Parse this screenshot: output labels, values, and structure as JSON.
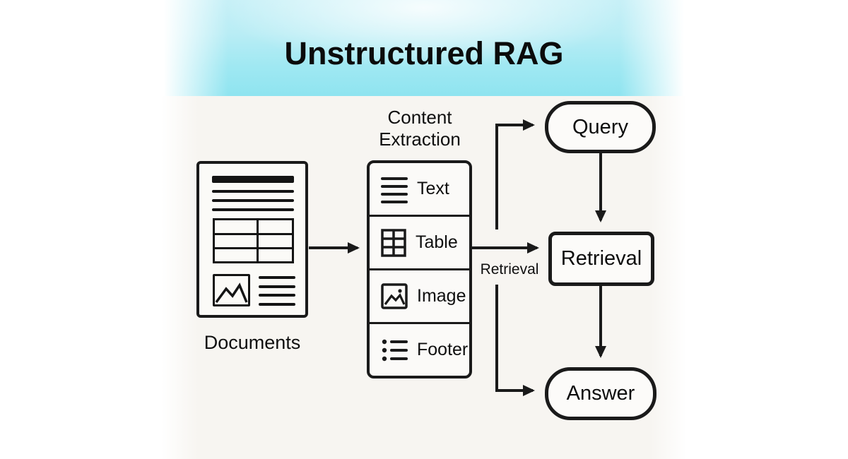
{
  "header": {
    "title": "Unstructured RAG",
    "band_color_top": "#c6f0f7",
    "band_color_bottom": "#8fe4f0"
  },
  "diagram": {
    "documents": {
      "label": "Documents",
      "icon": "document-page-icon"
    },
    "content_extraction": {
      "title_line1": "Content",
      "title_line2": "Extraction",
      "rows": [
        {
          "icon": "text-lines-icon",
          "label": "Text"
        },
        {
          "icon": "table-grid-icon",
          "label": "Table"
        },
        {
          "icon": "image-icon",
          "label": "Image"
        },
        {
          "icon": "footer-list-icon",
          "label": "Footer"
        }
      ]
    },
    "nodes": {
      "query": "Query",
      "retrieval": "Retrieval",
      "answer": "Answer"
    },
    "edge_labels": {
      "retrieval_arrow": "Retrieval"
    },
    "colors": {
      "line": "#1a1a1a",
      "node_fill": "#fcfbf9",
      "panel_background": "#f7f5f1",
      "page_background": "#ffffff"
    }
  }
}
